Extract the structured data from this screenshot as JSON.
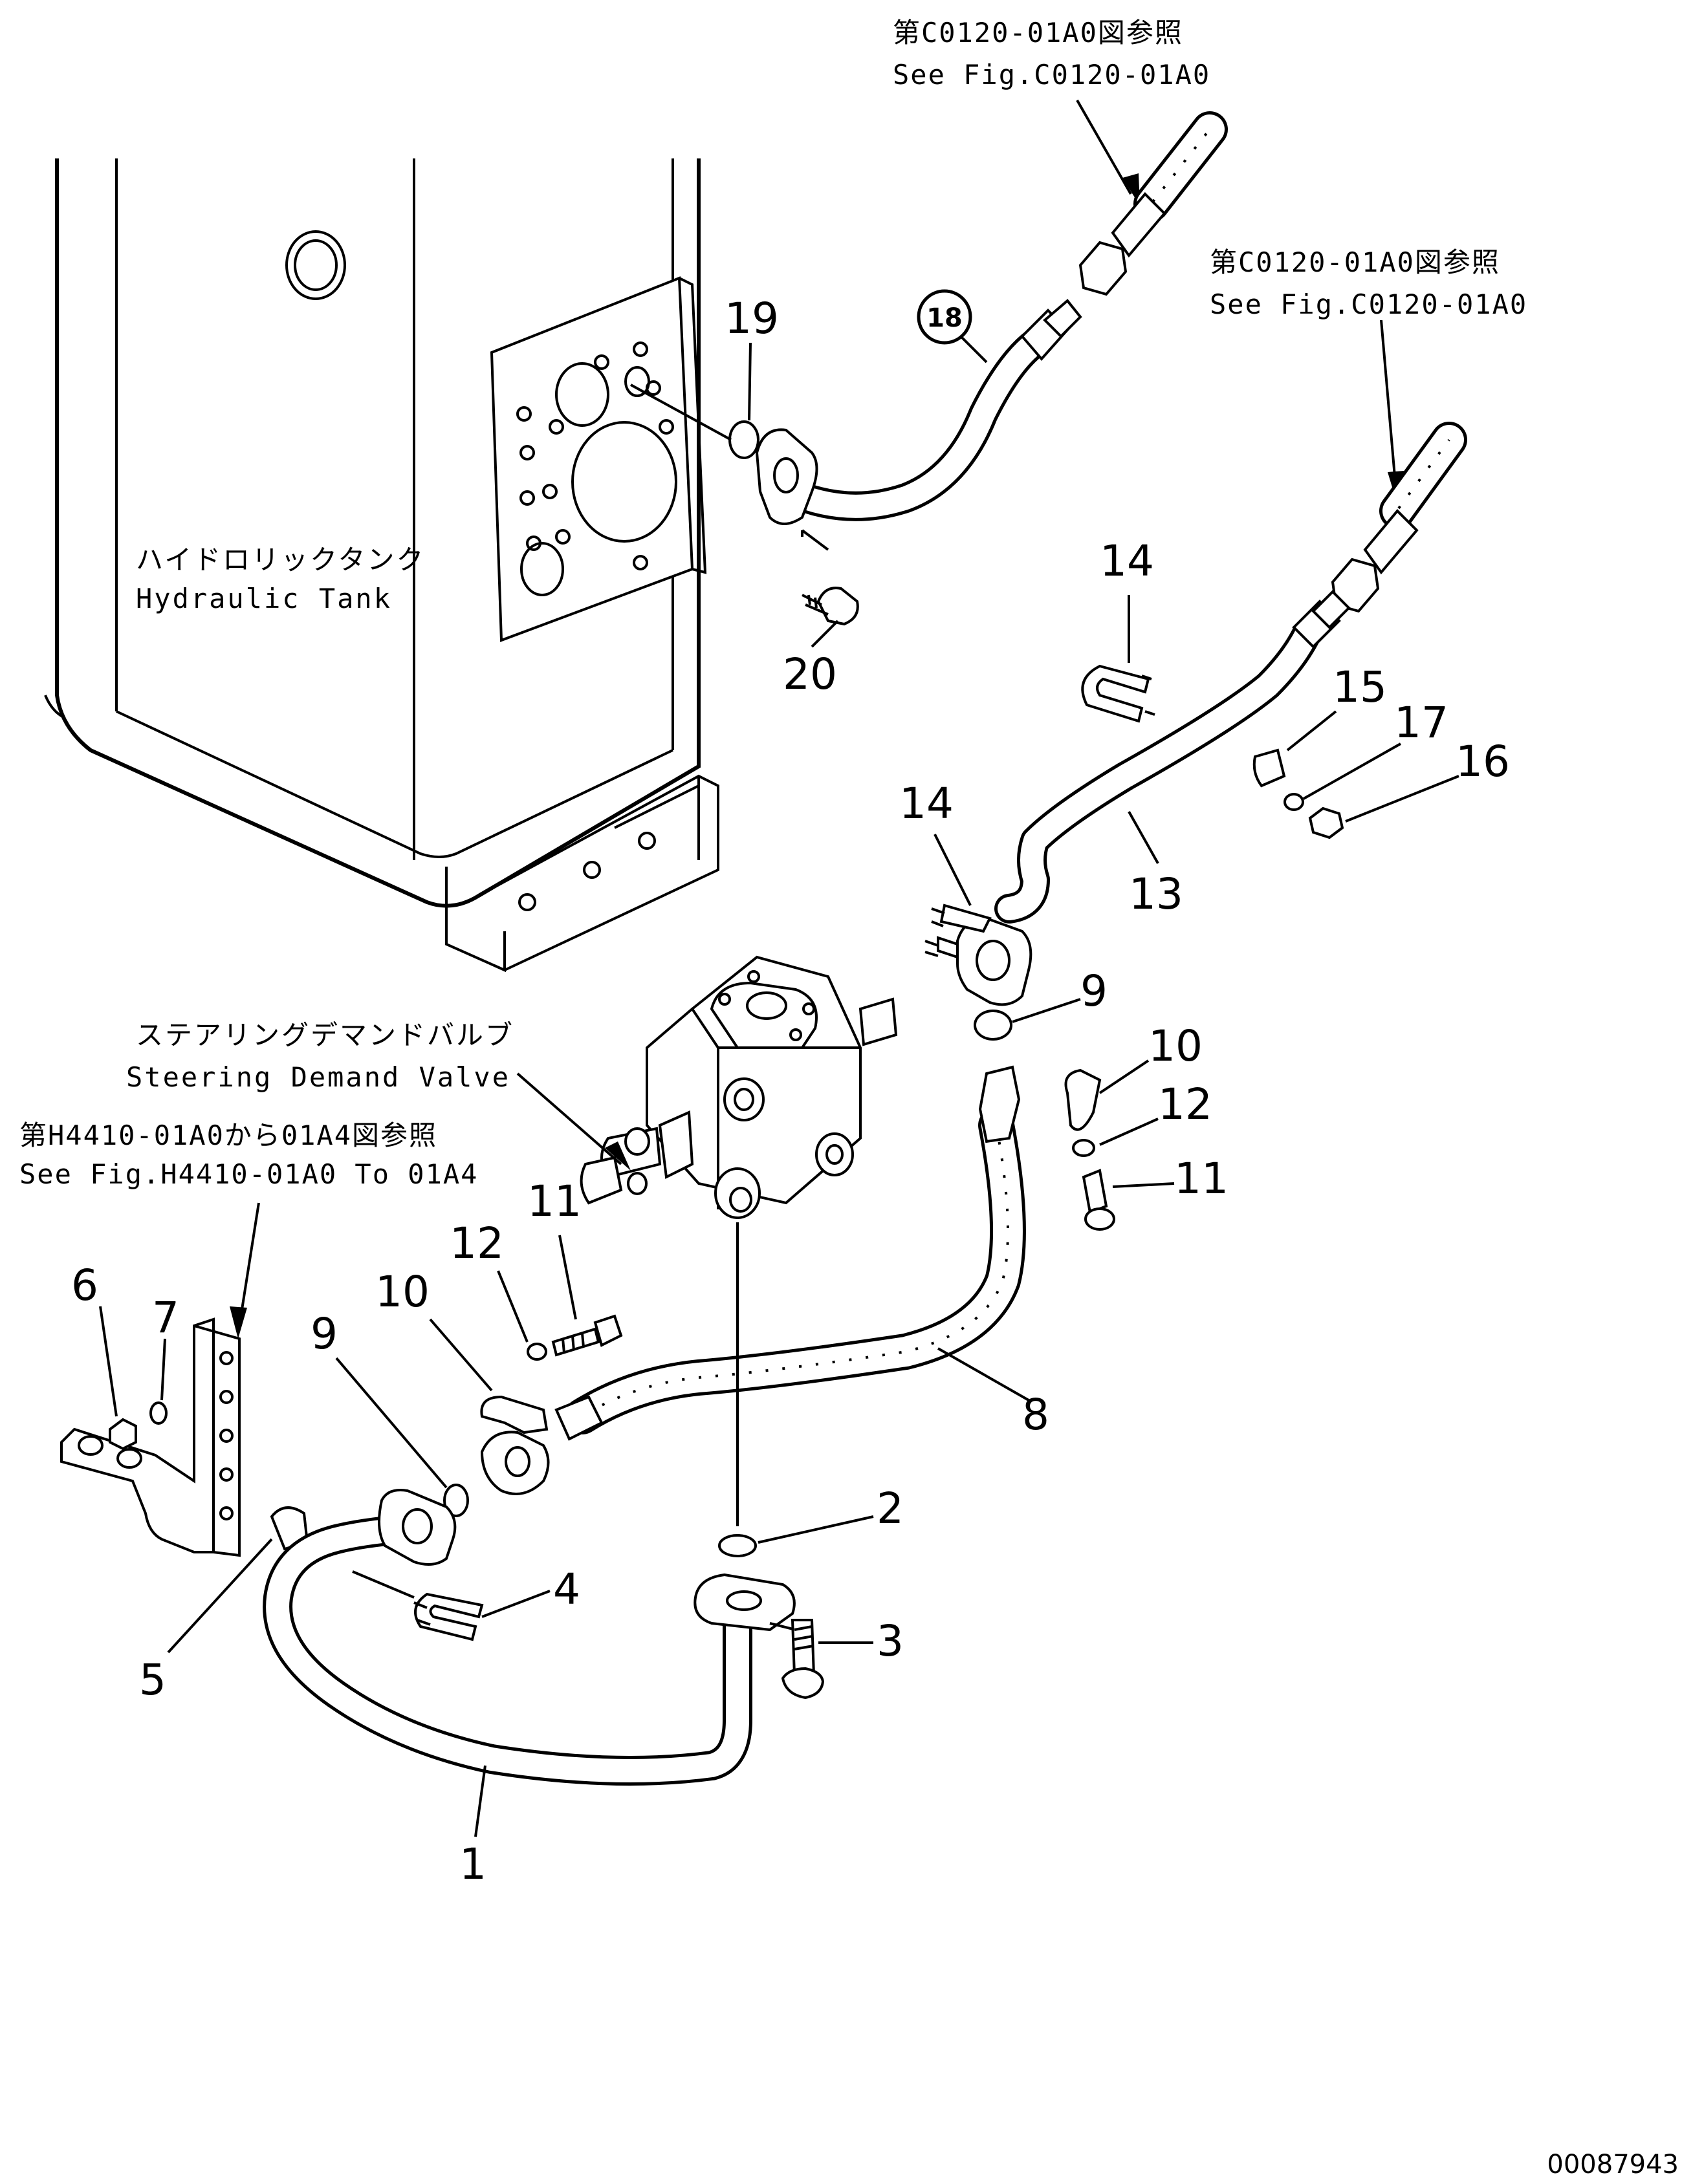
{
  "diagram": {
    "doc_code": "00087943",
    "notes": {
      "ref_top": {
        "jp": "第C0120-01A0図参照",
        "en": "See Fig.C0120-01A0"
      },
      "ref_right": {
        "jp": "第C0120-01A0図参照",
        "en": "See Fig.C0120-01A0"
      },
      "ref_left": {
        "jp": "第H4410-01A0から01A4図参照",
        "en": "See Fig.H4410-01A0 To 01A4"
      },
      "tank": {
        "jp": "ハイドロリックタンク",
        "en": "Hydraulic Tank"
      },
      "valve": {
        "jp": "ステアリングデマンドバルブ",
        "en": "Steering Demand Valve"
      }
    },
    "callouts": {
      "n1": "1",
      "n2": "2",
      "n3": "3",
      "n4": "4",
      "n5": "5",
      "n6": "6",
      "n7": "7",
      "n8": "8",
      "n9a": "9",
      "n9b": "9",
      "n10a": "10",
      "n10b": "10",
      "n11a": "11",
      "n11b": "11",
      "n12a": "12",
      "n12b": "12",
      "n13": "13",
      "n14a": "14",
      "n14b": "14",
      "n15": "15",
      "n16": "16",
      "n17": "17",
      "n18": "18",
      "n19": "19",
      "n20": "20"
    }
  }
}
